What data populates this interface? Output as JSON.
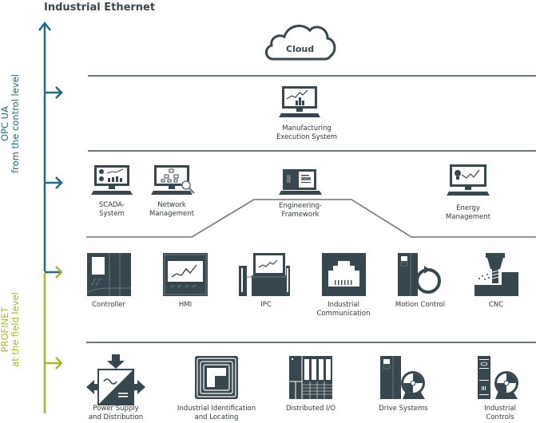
{
  "header": {
    "title": "Industrial Ethernet"
  },
  "side_labels": {
    "opc": {
      "line1": "OPC UA",
      "line2": "from the control level"
    },
    "profinet": {
      "line1": "PROFINET",
      "line2": "at the field level"
    }
  },
  "colors": {
    "opc_blue": "#1f6a87",
    "profinet_green": "#a8b62c",
    "icon_dark": "#37474f",
    "divider": "#6e7778"
  },
  "cloud": {
    "label": "Cloud"
  },
  "levels": {
    "mes": {
      "label1": "Manufacturing",
      "label2": "Execution System"
    },
    "control": [
      {
        "id": "scada",
        "label1": "SCADA-",
        "label2": "System"
      },
      {
        "id": "network",
        "label1": "Network",
        "label2": "Management"
      },
      {
        "id": "engineering",
        "label1": "Engineering-",
        "label2": "Framework"
      },
      {
        "id": "energy",
        "label1": "Energy",
        "label2": "Management"
      }
    ],
    "field_upper": [
      {
        "id": "controller",
        "label1": "Controller",
        "label2": ""
      },
      {
        "id": "hmi",
        "label1": "HMI",
        "label2": ""
      },
      {
        "id": "ipc",
        "label1": "IPC",
        "label2": ""
      },
      {
        "id": "industrial-communication",
        "label1": "Industrial",
        "label2": "Communication"
      },
      {
        "id": "motion-control",
        "label1": "Motion Control",
        "label2": ""
      },
      {
        "id": "cnc",
        "label1": "CNC",
        "label2": ""
      }
    ],
    "field_lower": [
      {
        "id": "power-supply",
        "label1": "Power Supply",
        "label2": "and Distribution"
      },
      {
        "id": "identification",
        "label1": "Industrial Identification",
        "label2": "and Locating"
      },
      {
        "id": "distributed-io",
        "label1": "Distributed I/O",
        "label2": ""
      },
      {
        "id": "drive-systems",
        "label1": "Drive Systems",
        "label2": ""
      },
      {
        "id": "industrial-controls",
        "label1": "Industrial",
        "label2": "Controls"
      }
    ]
  }
}
